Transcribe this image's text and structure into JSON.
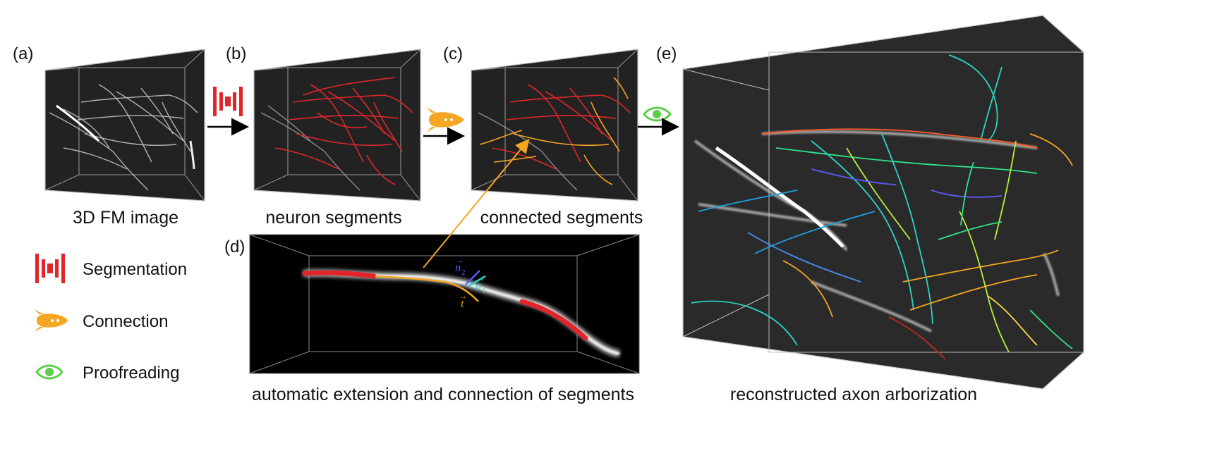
{
  "panels": {
    "a": {
      "label": "(a)",
      "caption": "3D FM image"
    },
    "b": {
      "label": "(b)",
      "caption": "neuron segments"
    },
    "c": {
      "label": "(c)",
      "caption": "connected segments"
    },
    "d": {
      "label": "(d)",
      "caption": "automatic extension and connection of segments",
      "vectors": {
        "n2": "n",
        "n2_sub": "2",
        "n1": "n",
        "n1_sub": "1",
        "t": "t"
      }
    },
    "e": {
      "label": "(e)",
      "caption": "reconstructed axon arborization"
    }
  },
  "legend": {
    "segmentation": "Segmentation",
    "connection": "Connection",
    "proofreading": "Proofreading"
  },
  "colors": {
    "segmentation": "#e0262b",
    "connection": "#f5a623",
    "proofreading": "#5ccf4a",
    "arrow": "#000000",
    "volume_bg": "#1e1e1e",
    "neurite": "#d9d9d9"
  }
}
